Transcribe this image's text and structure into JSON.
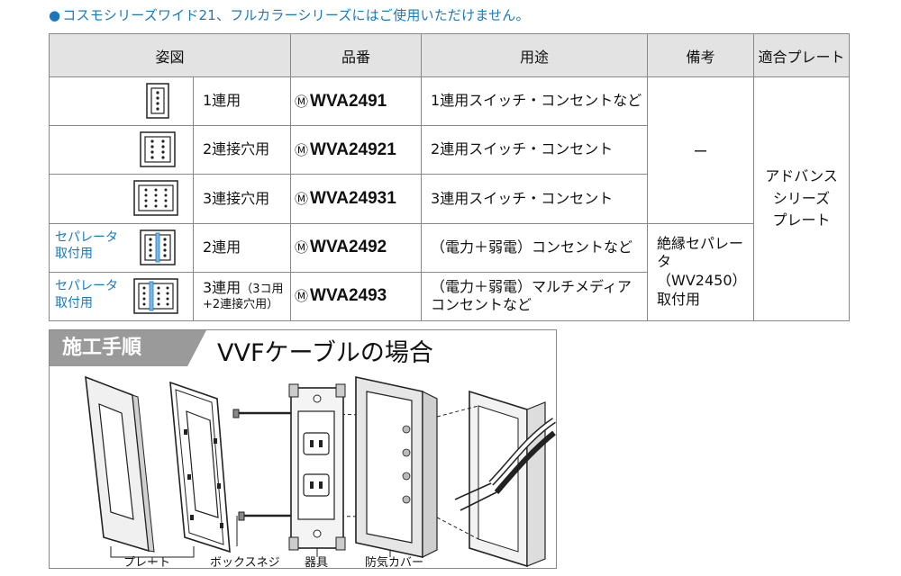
{
  "note": {
    "bullet": "●",
    "text": "コスモシリーズワイド21、フルカラーシリーズにはご使用いただけません。"
  },
  "table": {
    "headers": [
      "姿図",
      "品番",
      "用途",
      "備考",
      "適合プレート"
    ],
    "rows": [
      {
        "usage": "1連用",
        "maker_mark": "Ⓜ",
        "part_no": "WVA2491",
        "purpose": "1連用スイッチ・コンセントなど",
        "separator_label": ""
      },
      {
        "usage": "2連接穴用",
        "maker_mark": "Ⓜ",
        "part_no": "WVA24921",
        "purpose": "2連用スイッチ・コンセント",
        "separator_label": ""
      },
      {
        "usage": "3連接穴用",
        "maker_mark": "Ⓜ",
        "part_no": "WVA24931",
        "purpose": "3連用スイッチ・コンセント",
        "separator_label": ""
      },
      {
        "usage": "2連用",
        "maker_mark": "Ⓜ",
        "part_no": "WVA2492",
        "purpose": "（電力＋弱電）コンセントなど",
        "separator_label_1": "セパレータ",
        "separator_label_2": "取付用"
      },
      {
        "usage_main": "3連用",
        "usage_small_1": "（3コ用",
        "usage_small_2": "+2連接穴用）",
        "maker_mark": "Ⓜ",
        "part_no": "WVA2493",
        "purpose_1": "（電力＋弱電）マルチメディア",
        "purpose_2": "コンセントなど",
        "separator_label_1": "セパレータ",
        "separator_label_2": "取付用"
      }
    ],
    "remark_top": "ー",
    "remark_bottom_1": "絶縁セパレータ",
    "remark_bottom_2": "（WV2450）",
    "remark_bottom_3": "取付用",
    "plate_1": "アドバンス",
    "plate_2": "シリーズ",
    "plate_3": "プレート"
  },
  "install": {
    "tag": "施工手順",
    "title": "VVFケーブルの場合",
    "labels": {
      "plate": "プレート",
      "box_screw": "ボックスネジ",
      "device": "器具",
      "cover": "防気カバー"
    }
  }
}
